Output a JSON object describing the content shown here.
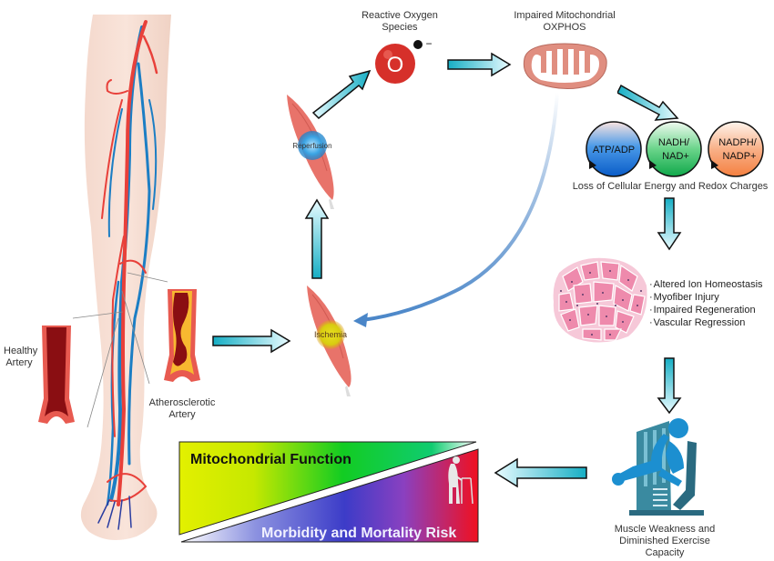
{
  "diagram": {
    "nodes": {
      "healthy_artery": "Healthy Artery",
      "atherosclerotic_artery": "Atherosclerotic Artery",
      "ischemia": "Ischemia",
      "reperfusion": "Reperfusion",
      "ros": {
        "label": "Reactive Oxygen Species",
        "symbol": "O",
        "charge": "−"
      },
      "oxphos": "Impaired Mitochondrial OXPHOS",
      "ratios": [
        {
          "label": "ATP/ADP",
          "color": "#1a6fd0"
        },
        {
          "label": "NADH/ NAD+",
          "color": "#22b45a"
        },
        {
          "label": "NADPH/ NADP+",
          "color": "#f5904a"
        }
      ],
      "ratios_caption": "Loss of Cellular Energy and Redox Charges",
      "tissue_effects": [
        "Altered Ion Homeostasis",
        "Myofiber Injury",
        "Impaired Regeneration",
        "Vascular Regression"
      ],
      "exercise_caption": "Muscle Weakness and Diminished Exercise Capacity",
      "triangle_top": "Mitochondrial Function",
      "triangle_bottom": "Morbidity and Mortality Risk"
    },
    "colors": {
      "arrow_fill": "#1bb3c8",
      "artery_red": "#e8403a",
      "vein_blue": "#1c7ec4",
      "muscle": "#e8736a",
      "mito": "#e08e80",
      "ros_red": "#d6302a",
      "exercise_blue": "#1c8fd0"
    }
  }
}
